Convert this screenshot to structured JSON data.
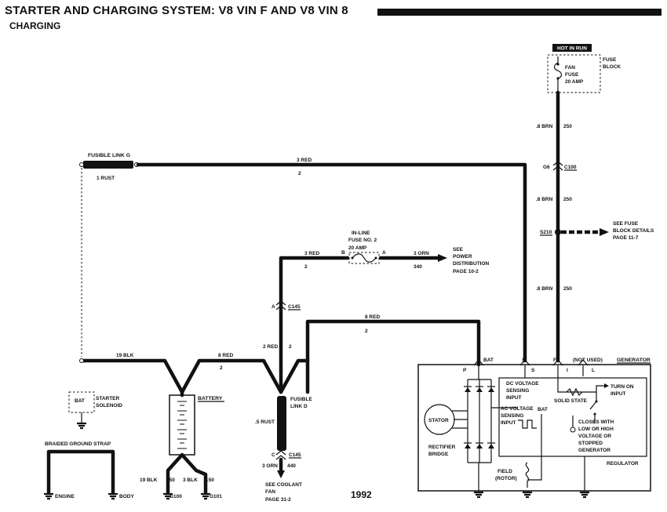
{
  "header": {
    "title": "STARTER AND CHARGING SYSTEM: V8 VIN F AND V8 VIN 8",
    "subtitle": "CHARGING"
  },
  "fuse_block": {
    "hot_label": "HOT IN RUN",
    "name_line1": "FUSE",
    "name_line2": "BLOCK",
    "fuse_line1": "FAN",
    "fuse_line2": "FUSE",
    "rating": "20 AMP"
  },
  "wires": {
    "fan_top_color": ".8 BRN",
    "fan_top_circuit": "250",
    "fan_mid_color": ".8 BRN",
    "fan_mid_circuit": "250",
    "fan_low_color": ".8 BRN",
    "fan_low_circuit": "250",
    "fusible_g_color": "3 RED",
    "fusible_g_circuit": "2",
    "inline_in_color": "3 RED",
    "inline_in_circuit": "2",
    "inline_out_color": "3 ORN",
    "inline_out_circuit": "340",
    "bat_color": "8 RED",
    "bat_circuit": "2",
    "left_color": "19 BLK",
    "batt_pos_color": "8 RED",
    "batt_pos_circuit": "2",
    "vert_color": "2 RED",
    "vert_circuit": "2",
    "rust_wire": ".5 RUST",
    "fan_out_color": "3 ORN",
    "fan_out_circuit": "440",
    "ground1_color": "19 BLK",
    "ground1_circuit": "150",
    "ground2_color": "3 BLK",
    "ground2_circuit": "150"
  },
  "connectors": {
    "c100_pin": "G6",
    "c100": "C100",
    "s210": "S210",
    "c145_top_pin": "A",
    "c145_top": "C145",
    "c145_bottom_pin": "C",
    "c145_bottom": "C145"
  },
  "components": {
    "fusible_link_g": "FUSIBLE LINK G",
    "fusible_link_g_wire": "1 RUST",
    "inline_fuse_line1": "IN-LINE",
    "inline_fuse_line2": "FUSE NO. 2",
    "inline_fuse_rating": "20 AMP",
    "inline_pin_b": "B",
    "inline_pin_a": "A",
    "power_ref_1": "SEE",
    "power_ref_2": "POWER",
    "power_ref_3": "DISTRIBUTION",
    "power_ref_4": "PAGE 10-2",
    "fuse_ref_1": "SEE FUSE",
    "fuse_ref_2": "BLOCK DETAILS",
    "fuse_ref_3": "PAGE 11-7",
    "starter_bat": "BAT",
    "starter_line1": "STARTER",
    "starter_line2": "SOLENOID",
    "battery": "BATTERY",
    "fusible_link_d_line1": "FUSIBLE",
    "fusible_link_d_line2": "LINK D",
    "coolant_ref_1": "SEE COOLANT",
    "coolant_ref_2": "FAN",
    "coolant_ref_3": "PAGE 31-2",
    "braided_strap": "BRAIDED GROUND STRAP",
    "engine": "ENGINE",
    "body": "BODY",
    "g100": "G100",
    "g101": "G101"
  },
  "generator": {
    "title": "GENERATOR",
    "term_bat": "BAT",
    "term_s": "S",
    "term_f": "F",
    "not_used": "(NOT USED)",
    "pin_p": "P",
    "pin_s": "S",
    "pin_i": "I",
    "pin_l": "L",
    "dc_1": "DC VOLTAGE",
    "dc_2": "SENSING",
    "dc_3": "INPUT",
    "ac_1": "AC VOLTAGE",
    "ac_2": "SENSING",
    "ac_3": "INPUT",
    "solid_state": "SOLID STATE",
    "bat_internal": "BAT",
    "turn_on_1": "TURN ON",
    "turn_on_2": "INPUT",
    "closes_1": "CLOSES WITH",
    "closes_2": "LOW OR HIGH",
    "closes_3": "VOLTAGE OR",
    "closes_4": "STOPPED",
    "closes_5": "GENERATOR",
    "stator": "STATOR",
    "rectifier_1": "RECTIFIER",
    "rectifier_2": "BRIDGE",
    "field_1": "FIELD",
    "field_2": "(ROTOR)",
    "regulator": "REGULATOR"
  },
  "footer": {
    "year": "1992"
  }
}
